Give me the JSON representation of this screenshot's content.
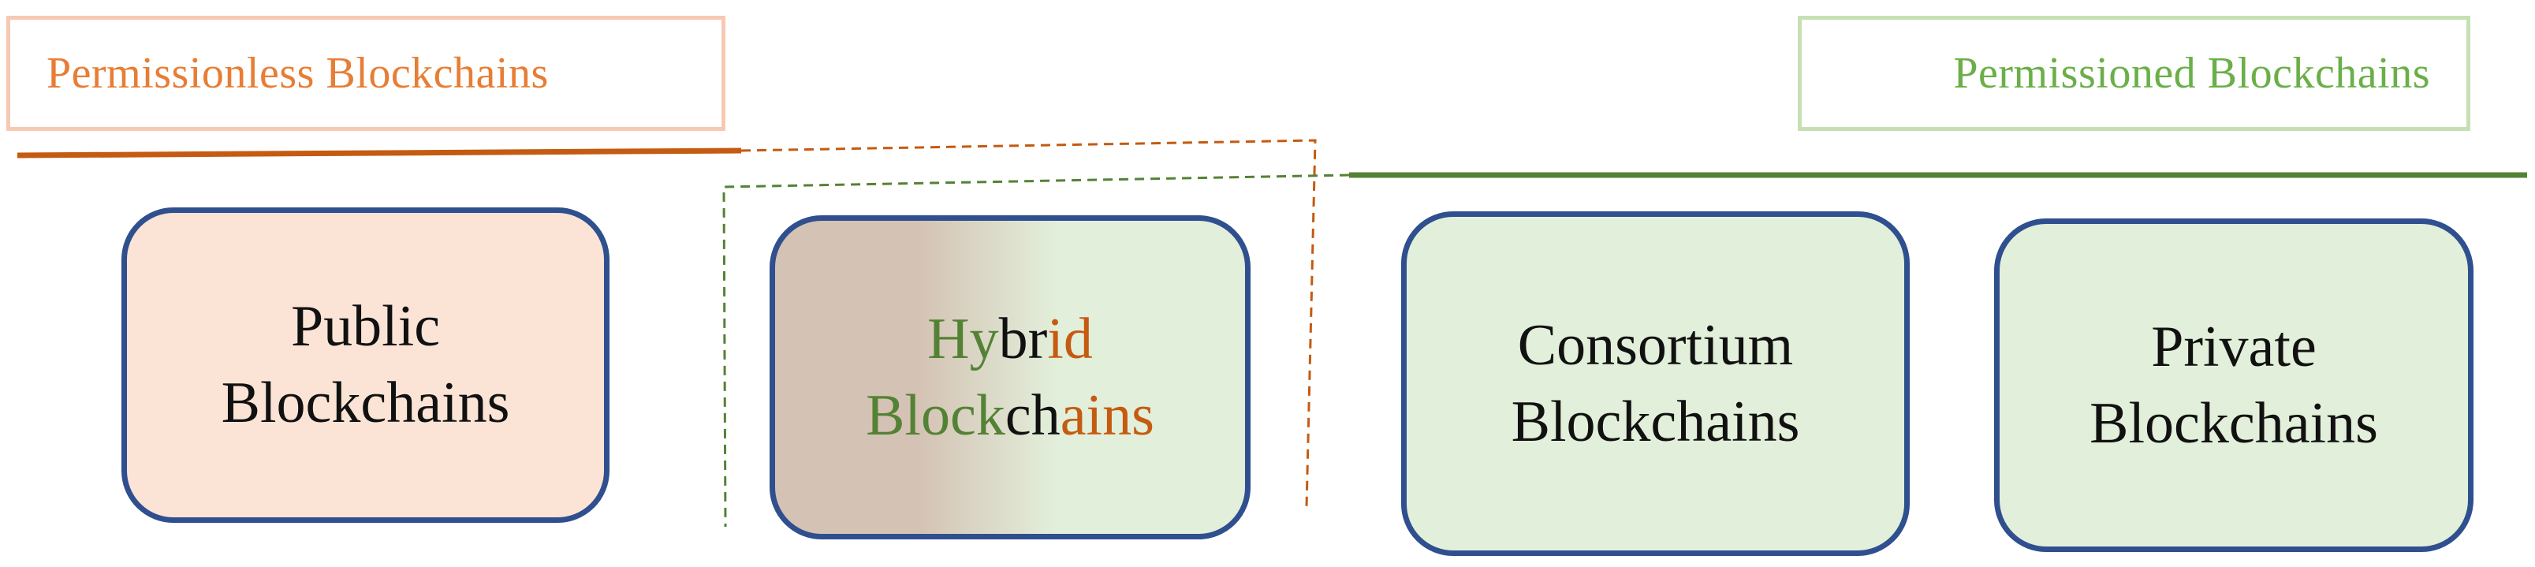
{
  "labels": {
    "permissionless": "Permissionless Blockchains",
    "permissioned": "Permissioned Blockchains"
  },
  "nodes": {
    "public": {
      "line1": "Public",
      "line2": "Blockchains"
    },
    "hybrid": {
      "line1_parts": [
        "Hy",
        "br",
        "id"
      ],
      "line2_parts": [
        "Block",
        "ch",
        "ains"
      ]
    },
    "consortium": {
      "line1": "Consortium",
      "line2": "Blockchains"
    },
    "private": {
      "line1": "Private",
      "line2": "Blockchains"
    }
  },
  "colors": {
    "permissionless_line": "#c55a11",
    "permissioned_line": "#548235",
    "node_border": "#2f4f8f",
    "permissionless_label_text": "#e87d35",
    "permissioned_label_text": "#6aaf48",
    "public_fill": "#fbe4d6",
    "permissioned_fill": "#e2efda",
    "hybrid_left_fill": "#d4c2b4"
  }
}
